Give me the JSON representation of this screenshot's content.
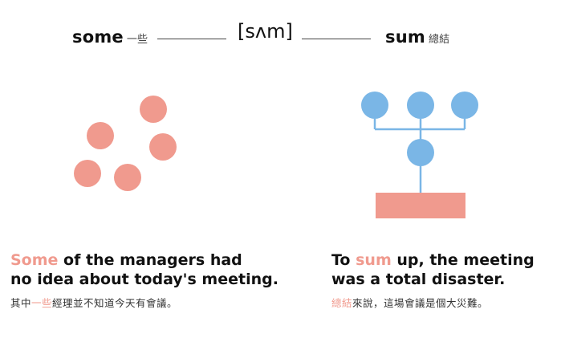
{
  "header": {
    "left_word": "some",
    "left_gloss": "一些",
    "pronunciation": "[sʌm]",
    "right_word": "sum",
    "right_gloss": "總結"
  },
  "left_example": {
    "en_highlight": "Some",
    "en_rest_line1": " of the managers had",
    "en_line2": "no idea about today's meeting.",
    "zh_before": "其中",
    "zh_highlight": "一些",
    "zh_after": "經理並不知道今天有會議。"
  },
  "right_example": {
    "en_before": "To ",
    "en_highlight": "sum",
    "en_rest_line1": " up, the meeting",
    "en_line2": "was a total disaster.",
    "zh_highlight": "總結",
    "zh_after": "來說，這場會議是個大災難。"
  },
  "colors": {
    "salmon": "#f09a8e",
    "blue": "#7ab6e6",
    "text": "#111111"
  }
}
